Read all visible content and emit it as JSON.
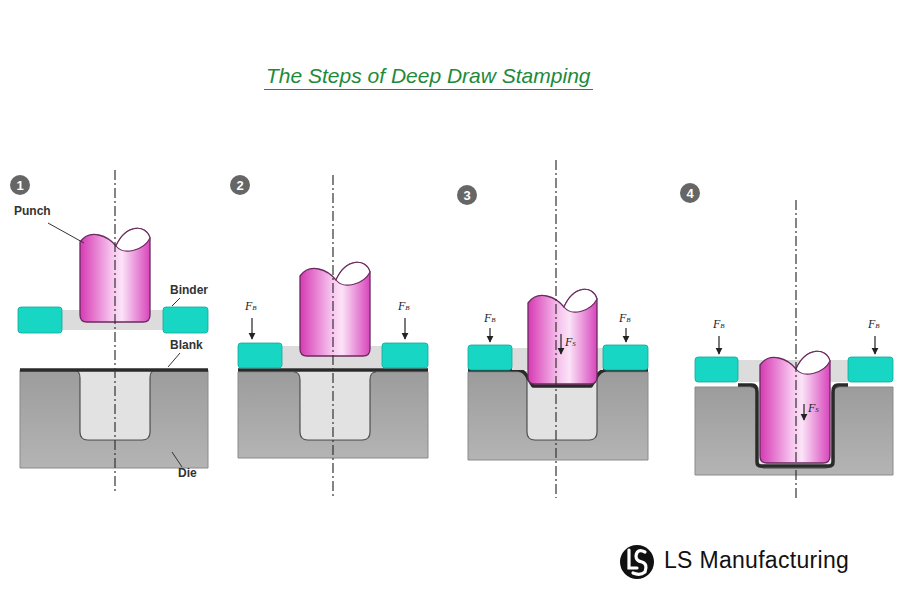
{
  "diagram": {
    "title": "The Steps of Deep Draw Stamping",
    "labels": [
      "1",
      "Punch",
      "Binder",
      "Blank",
      "Die",
      "2",
      "FB",
      "FB",
      "3",
      "FB",
      "FS",
      "FB",
      "4",
      "FB",
      "FB",
      "FS",
      "LS Manufacturing"
    ]
  }
}
